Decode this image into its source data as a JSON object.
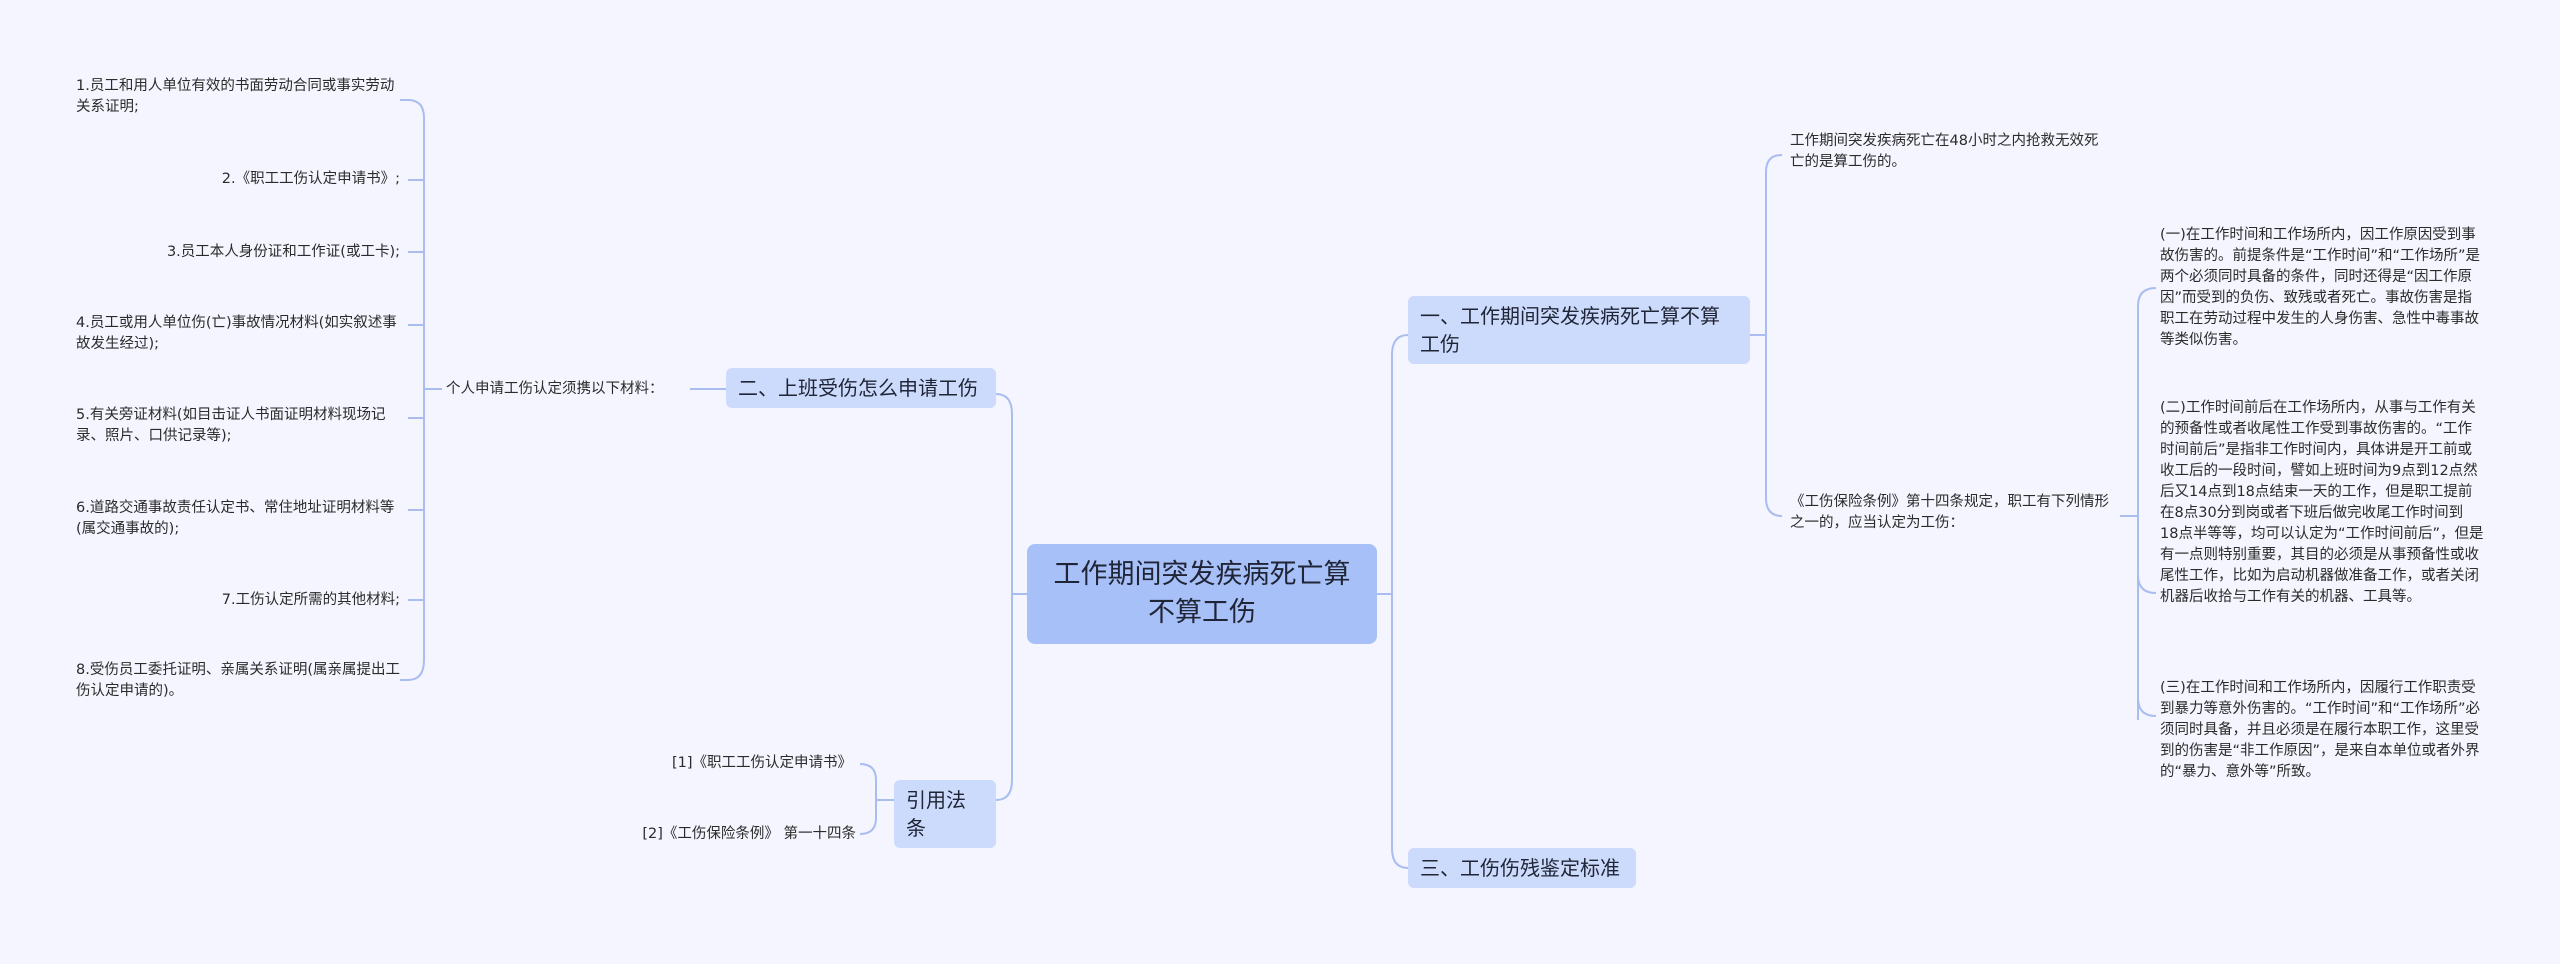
{
  "root": {
    "title": "工作期间突发疾病死亡算不算工伤"
  },
  "branches": {
    "b1": {
      "label": "一、工作期间突发疾病死亡算不算工伤",
      "sub1": "工作期间突发疾病死亡在48小时之内抢救无效死亡的是算工伤的。",
      "sub2": "《工伤保险条例》第十四条规定，职工有下列情形之一的，应当认定为工伤：",
      "details": [
        "(一)在工作时间和工作场所内，因工作原因受到事故伤害的。前提条件是“工作时间”和“工作场所”是两个必须同时具备的条件，同时还得是“因工作原因”而受到的负伤、致残或者死亡。事故伤害是指职工在劳动过程中发生的人身伤害、急性中毒事故等类似伤害。",
        "(二)工作时间前后在工作场所内，从事与工作有关的预备性或者收尾性工作受到事故伤害的。“工作时间前后”是指非工作时间内，具体讲是开工前或收工后的一段时间，譬如上班时间为9点到12点然后又14点到18点结束一天的工作，但是职工提前在8点30分到岗或者下班后做完收尾工作时间到 18点半等等，均可以认定为“工作时间前后”，但是有一点则特别重要，其目的必须是从事预备性或收尾性工作，比如为启动机器做准备工作，或者关闭机器后收拾与工作有关的机器、工具等。",
        "(三)在工作时间和工作场所内，因履行工作职责受到暴力等意外伤害的。“工作时间”和“工作场所”必须同时具备，并且必须是在履行本职工作，这里受到的伤害是“非工作原因”，是来自本单位或者外界的“暴力、意外等”所致。"
      ]
    },
    "b2": {
      "label": "二、上班受伤怎么申请工伤",
      "mid": "个人申请工伤认定须携以下材料：",
      "items": [
        "1.员工和用人单位有效的书面劳动合同或事实劳动关系证明;",
        "2.《职工工伤认定申请书》;",
        "3.员工本人身份证和工作证(或工卡);",
        "4.员工或用人单位伤(亡)事故情况材料(如实叙述事故发生经过);",
        "5.有关旁证材料(如目击证人书面证明材料现场记录、照片、口供记录等);",
        "6.道路交通事故责任认定书、常住地址证明材料等(属交通事故的);",
        "7.工伤认定所需的其他材料;",
        "8.受伤员工委托证明、亲属关系证明(属亲属提出工伤认定申请的)。"
      ]
    },
    "b3": {
      "label": "引用法条",
      "items": [
        "[1]《职工工伤认定申请书》",
        "[2]《工伤保险条例》 第一十四条"
      ]
    },
    "b4": {
      "label": "三、工伤伤残鉴定标准"
    }
  }
}
